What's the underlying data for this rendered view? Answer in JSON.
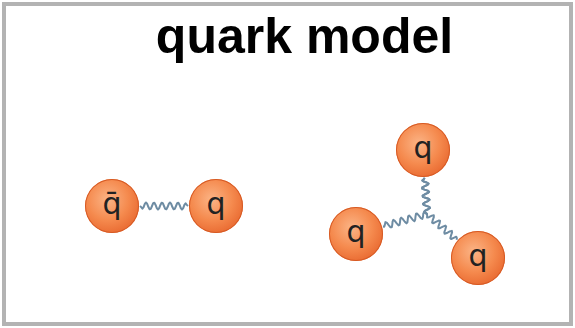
{
  "diagram": {
    "title": "quark model",
    "nodes": [
      {
        "text": [
          "q̄"
        ]
      },
      {
        "text": [
          "q"
        ]
      },
      {
        "text": [
          "q"
        ]
      },
      {
        "text": [
          "q"
        ]
      },
      {
        "text": [
          "q"
        ]
      }
    ],
    "edges": [
      {
        "from": 0,
        "to": 1,
        "arrow": "none"
      },
      {
        "from": 2,
        "to": 3,
        "arrow": "none"
      },
      {
        "from": 2,
        "to": 4,
        "arrow": "none"
      }
    ]
  }
}
